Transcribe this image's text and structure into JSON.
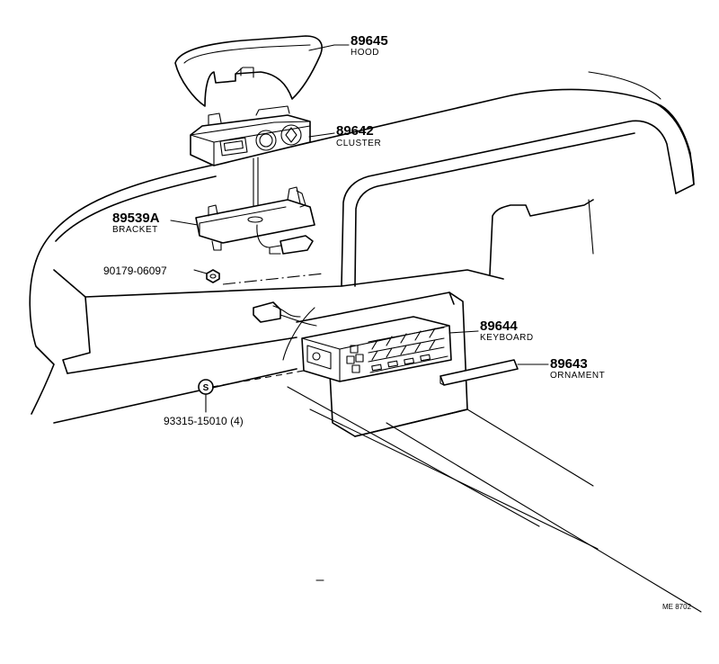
{
  "parts": {
    "hood": {
      "number": "89645",
      "name": "HOOD"
    },
    "cluster": {
      "number": "89642",
      "name": "CLUSTER"
    },
    "bracket": {
      "number": "89539A",
      "name": "BRACKET"
    },
    "nut": {
      "number": "90179-06097"
    },
    "keyboard": {
      "number": "89644",
      "name": "KEYBOARD"
    },
    "ornament": {
      "number": "89643",
      "name": "ORNAMENT"
    },
    "screw": {
      "number": "93315-15010 (4)",
      "symbol": "S"
    }
  },
  "drawing_code": "ME 8702"
}
